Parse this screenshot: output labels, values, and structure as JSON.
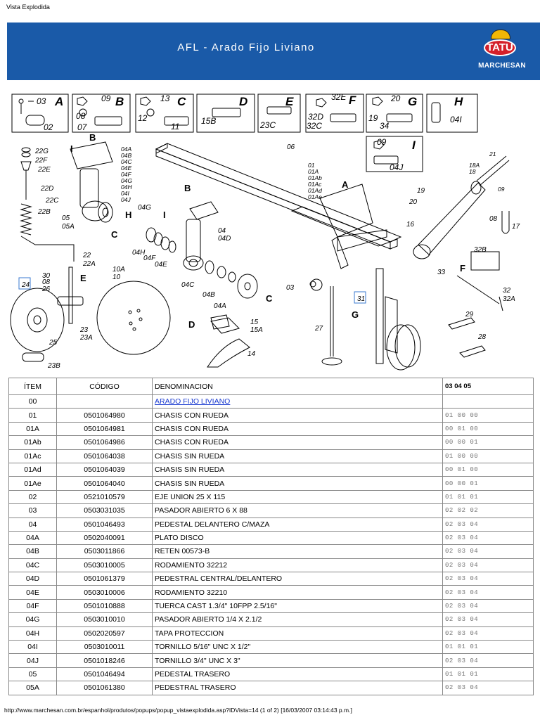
{
  "browser": {
    "page_heading": "Vista Explodida",
    "footer_url": "http://www.marchesan.com.br/espanhol/produtos/popups/popup_vistaexplodida.asp?IDVista=14 (1 of 2) [16/03/2007 03:14:43 p.m.]"
  },
  "banner": {
    "title": "AFL - Arado Fijo Liviano",
    "logo_text": "TATU",
    "logo_brand": "MARCHESAN",
    "bg_color": "#1a5aa8",
    "logo_color": "#d4202a"
  },
  "diagram": {
    "detail_boxes": [
      {
        "letter": "A",
        "labels": [
          "03",
          "02"
        ]
      },
      {
        "letter": "B",
        "labels": [
          "09",
          "08",
          "07"
        ]
      },
      {
        "letter": "C",
        "labels": [
          "13",
          "12",
          "11"
        ]
      },
      {
        "letter": "D",
        "labels": [
          "15B"
        ]
      },
      {
        "letter": "E",
        "labels": [
          "23C"
        ]
      },
      {
        "letter": "F",
        "labels": [
          "32E",
          "32D",
          "32C"
        ]
      },
      {
        "letter": "G",
        "labels": [
          "20",
          "19",
          "34"
        ]
      },
      {
        "letter": "H",
        "labels": [
          "04I"
        ]
      },
      {
        "letter": "I",
        "labels": [
          "09",
          "04J"
        ]
      }
    ],
    "callouts": {
      "spring": [
        "22G",
        "22F",
        "22E",
        "22D",
        "22C",
        "22B"
      ],
      "front_pedestal": [
        "04A",
        "04B",
        "04C",
        "04E",
        "04F",
        "04G",
        "04H",
        "04I",
        "04J"
      ],
      "chassis": [
        "01",
        "01A",
        "01Ab",
        "01Ac",
        "01Ad",
        "01Ae"
      ],
      "axle": [
        "18A",
        "18",
        "21"
      ],
      "pedestal_bottom": [
        "05",
        "05A"
      ],
      "center": [
        "04G",
        "04H",
        "04F",
        "04E",
        "04",
        "04D"
      ],
      "hub": [
        "04C",
        "04B",
        "04A"
      ],
      "misc": [
        "06",
        "16",
        "17",
        "19",
        "20",
        "09",
        "08",
        "22",
        "22A",
        "30",
        "08",
        "26",
        "24",
        "25",
        "23",
        "23A",
        "23B",
        "10A",
        "10",
        "15",
        "15A",
        "14",
        "27",
        "03",
        "31",
        "29",
        "28",
        "32B",
        "33",
        "32",
        "32A"
      ]
    },
    "letters": [
      "A",
      "B",
      "C",
      "D",
      "E",
      "F",
      "G",
      "H",
      "I",
      "B",
      "C",
      "I",
      "E",
      "D",
      "F",
      "G"
    ]
  },
  "parts_table": {
    "headers": [
      "ÍTEM",
      "CÓDIGO",
      "DENOMINACION",
      "03   04   05"
    ],
    "rows": [
      {
        "item": "00",
        "code": "",
        "name": "ARADO FIJO LIVIANO",
        "qty": "",
        "link": true
      },
      {
        "item": "01",
        "code": "0501064980",
        "name": "CHASIS CON RUEDA",
        "qty": "01  00  00"
      },
      {
        "item": "01A",
        "code": "0501064981",
        "name": "CHASIS CON RUEDA",
        "qty": "00  01  00"
      },
      {
        "item": "01Ab",
        "code": "0501064986",
        "name": "CHASIS CON RUEDA",
        "qty": "00  00  01"
      },
      {
        "item": "01Ac",
        "code": "0501064038",
        "name": "CHASIS SIN RUEDA",
        "qty": "01  00  00"
      },
      {
        "item": "01Ad",
        "code": "0501064039",
        "name": "CHASIS SIN RUEDA",
        "qty": "00  01  00"
      },
      {
        "item": "01Ae",
        "code": "0501064040",
        "name": "CHASIS SIN RUEDA",
        "qty": "00  00  01"
      },
      {
        "item": "02",
        "code": "0521010579",
        "name": "EJE UNION 25 X 115",
        "qty": "01  01  01"
      },
      {
        "item": "03",
        "code": "0503031035",
        "name": "PASADOR ABIERTO 6 X 88",
        "qty": "02  02  02"
      },
      {
        "item": "04",
        "code": "0501046493",
        "name": "PEDESTAL DELANTERO C/MAZA",
        "qty": "02  03  04"
      },
      {
        "item": "04A",
        "code": "0502040091",
        "name": "PLATO DISCO",
        "qty": "02  03  04"
      },
      {
        "item": "04B",
        "code": "0503011866",
        "name": "RETEN 00573-B",
        "qty": "02  03  04"
      },
      {
        "item": "04C",
        "code": "0503010005",
        "name": "RODAMIENTO 32212",
        "qty": "02  03  04"
      },
      {
        "item": "04D",
        "code": "0501061379",
        "name": "PEDESTRAL CENTRAL/DELANTERO",
        "qty": "02  03  04"
      },
      {
        "item": "04E",
        "code": "0503010006",
        "name": "RODAMIENTO 32210",
        "qty": "02  03  04"
      },
      {
        "item": "04F",
        "code": "0501010888",
        "name": "TUERCA CAST 1.3/4\" 10FPP 2.5/16\"",
        "qty": "02  03  04"
      },
      {
        "item": "04G",
        "code": "0503010010",
        "name": "PASADOR ABIERTO 1/4 X 2.1/2",
        "qty": "02  03  04"
      },
      {
        "item": "04H",
        "code": "0502020597",
        "name": "TAPA PROTECCION",
        "qty": "02  03  04"
      },
      {
        "item": "04I",
        "code": "0503010011",
        "name": "TORNILLO 5/16\" UNC X 1/2\"",
        "qty": "01  01  01"
      },
      {
        "item": "04J",
        "code": "0501018246",
        "name": "TORNILLO 3/4\" UNC X 3\"",
        "qty": "02  03  04"
      },
      {
        "item": "05",
        "code": "0501046494",
        "name": "PEDESTAL TRASERO",
        "qty": "01  01  01"
      },
      {
        "item": "05A",
        "code": "0501061380",
        "name": "PEDESTRAL TRASERO",
        "qty": "02  03  04"
      }
    ]
  }
}
